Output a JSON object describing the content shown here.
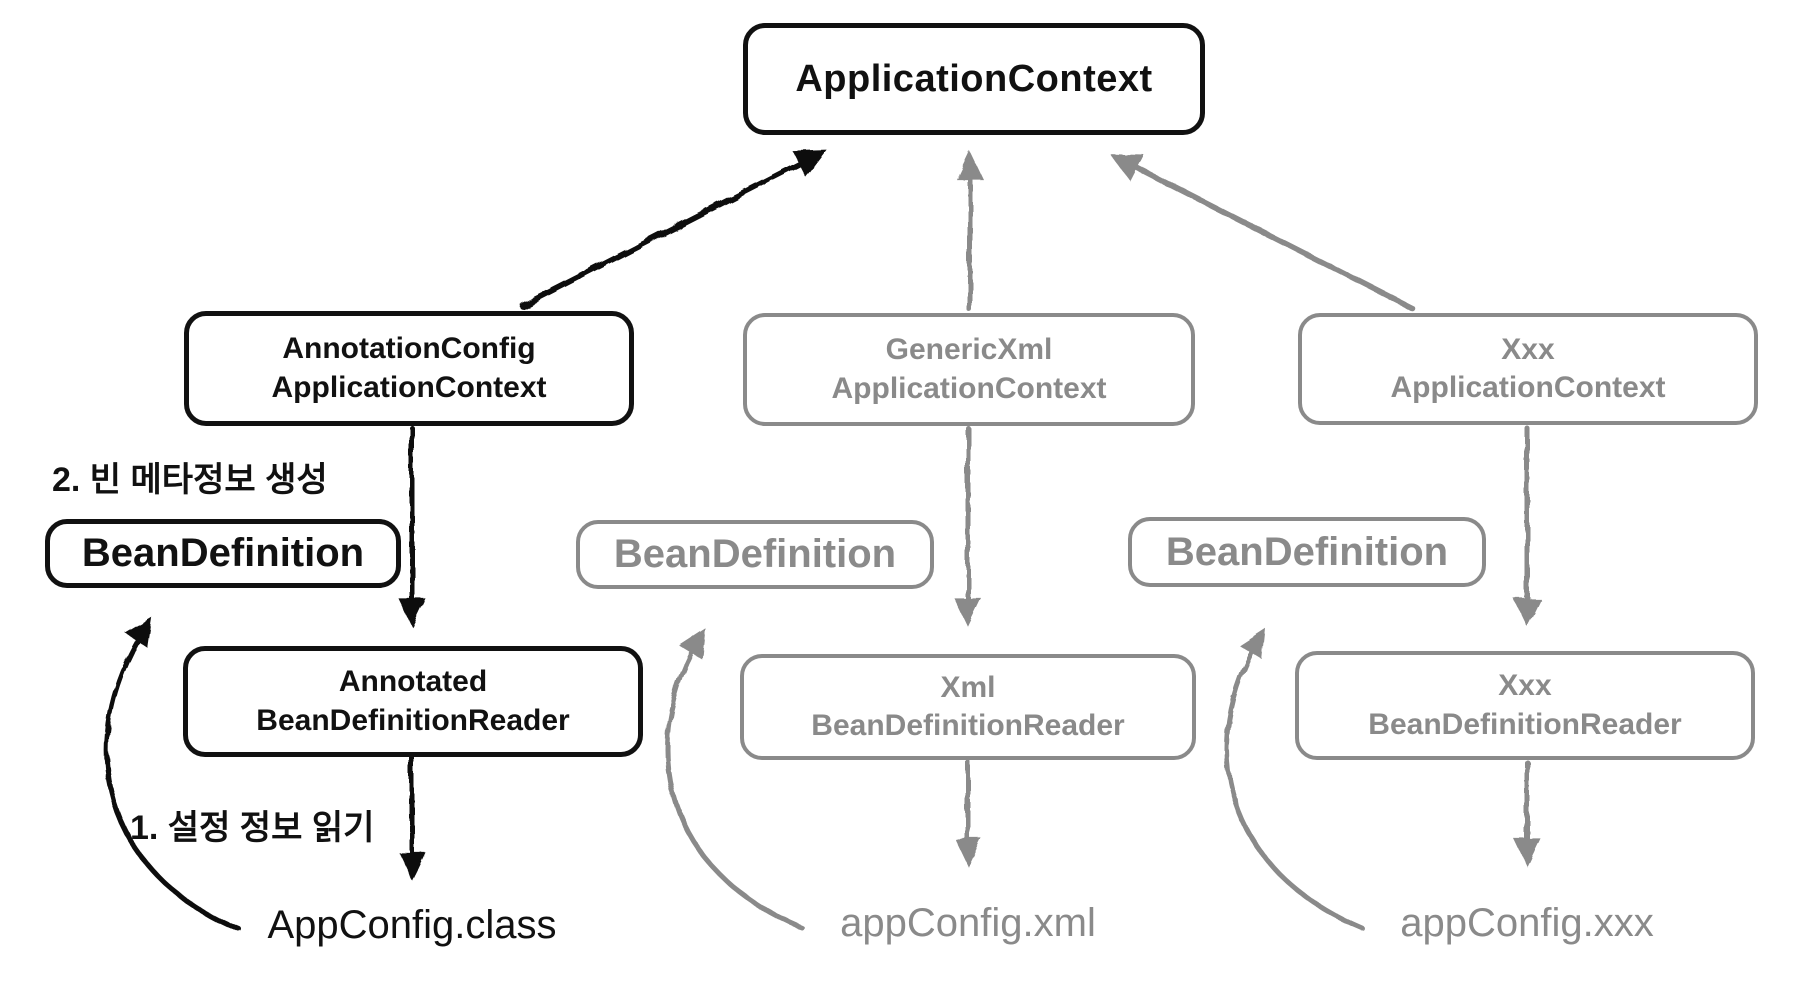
{
  "colors": {
    "active": "#111111",
    "inactive": "#8a8a8a",
    "background": "#ffffff"
  },
  "nodes": {
    "application_context": {
      "label": "ApplicationContext"
    },
    "annotation_config_context": {
      "line1": "AnnotationConfig",
      "line2": "ApplicationContext"
    },
    "bean_definition_annotation": {
      "label": "BeanDefinition"
    },
    "annotated_reader": {
      "line1": "Annotated",
      "line2": "BeanDefinitionReader"
    },
    "generic_xml_context": {
      "line1": "GenericXml",
      "line2": "ApplicationContext"
    },
    "bean_definition_xml": {
      "label": "BeanDefinition"
    },
    "xml_reader": {
      "line1": "Xml",
      "line2": "BeanDefinitionReader"
    },
    "xxx_context": {
      "line1": "Xxx",
      "line2": "ApplicationContext"
    },
    "bean_definition_xxx": {
      "label": "BeanDefinition"
    },
    "xxx_reader": {
      "line1": "Xxx",
      "line2": "BeanDefinitionReader"
    }
  },
  "labels": {
    "step2": "2. 빈 메타정보 생성",
    "step1": "1. 설정 정보 읽기",
    "config_class": "AppConfig.class",
    "config_xml": "appConfig.xml",
    "config_xxx": "appConfig.xxx"
  }
}
